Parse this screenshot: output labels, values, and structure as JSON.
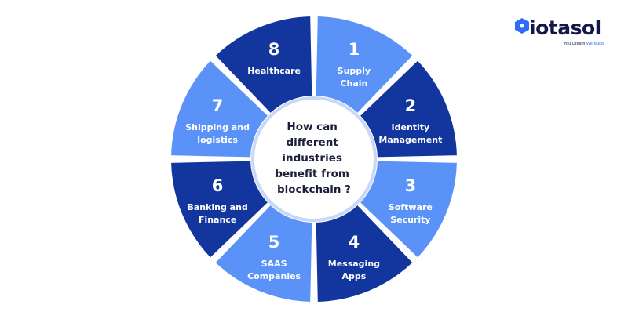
{
  "center": {
    "lines": [
      "How can",
      "different",
      "industries",
      "benefit from",
      "blockchain ?"
    ]
  },
  "segments": [
    {
      "number": "1",
      "lines": [
        "Supply",
        "Chain"
      ],
      "color": "#5a92f8"
    },
    {
      "number": "2",
      "lines": [
        "Identity",
        "Management"
      ],
      "color": "#12359e"
    },
    {
      "number": "3",
      "lines": [
        "Software",
        "Security"
      ],
      "color": "#5a92f8"
    },
    {
      "number": "4",
      "lines": [
        "Messaging",
        "Apps"
      ],
      "color": "#12359e"
    },
    {
      "number": "5",
      "lines": [
        "SAAS",
        "Companies"
      ],
      "color": "#5a92f8"
    },
    {
      "number": "6",
      "lines": [
        "Banking and",
        "Finance"
      ],
      "color": "#12359e"
    },
    {
      "number": "7",
      "lines": [
        "Shipping and",
        "logistics"
      ],
      "color": "#5a92f8"
    },
    {
      "number": "8",
      "lines": [
        "Healthcare"
      ],
      "color": "#12359e"
    }
  ],
  "logo": {
    "brand": "iotasol",
    "tagline_part1": "You Dream",
    "tagline_part2": "We Build",
    "brand_color": "#12184a",
    "accent_color": "#2f6df6"
  }
}
